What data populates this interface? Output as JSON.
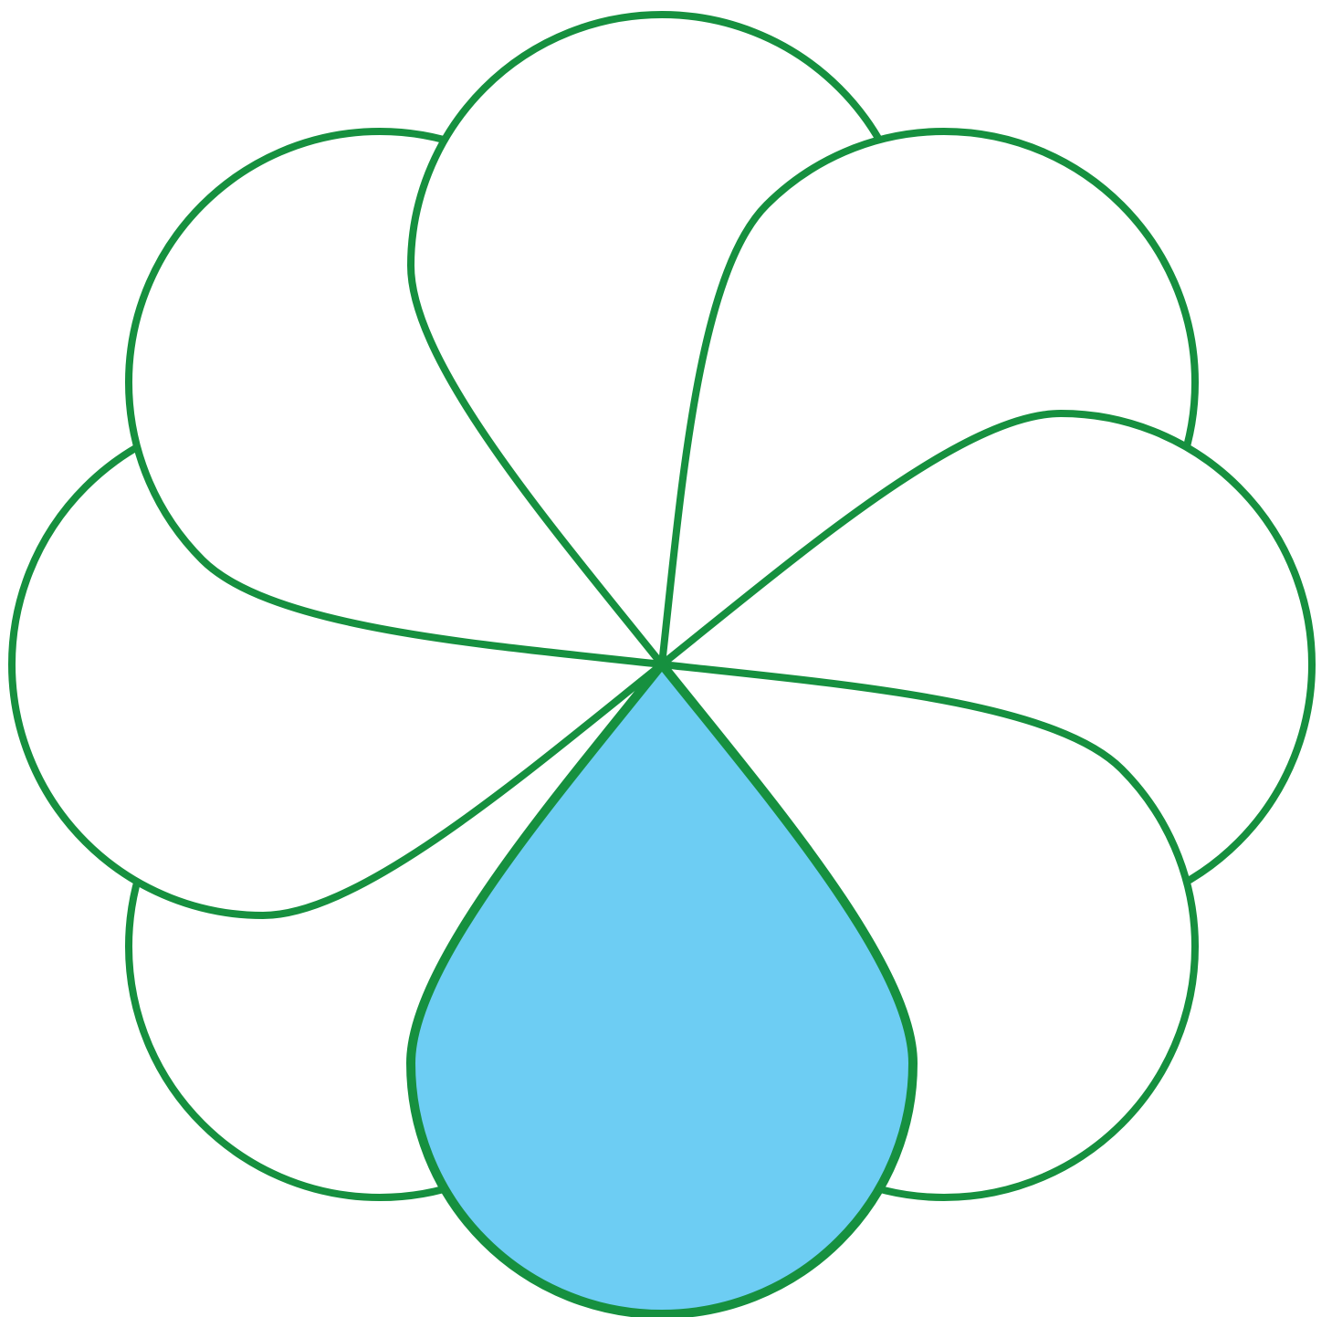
{
  "diagram": {
    "kind": "flower of droplet petals",
    "petal_count": 8,
    "highlighted_petal": 1,
    "colors": {
      "stroke": "#16903f",
      "petal_fill": "#ffffff",
      "highlight_fill": "#6dcdf3",
      "background": "#ffffff"
    }
  }
}
